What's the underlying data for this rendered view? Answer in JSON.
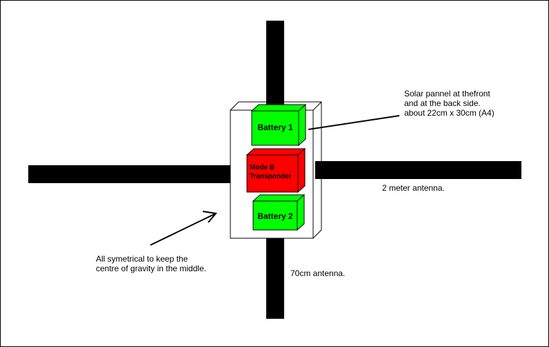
{
  "diagram": {
    "labels": {
      "battery1": "Battery 1",
      "battery2": "Battery 2",
      "transponder": "Mode B\nTransponder",
      "solar_note": "Solar pannel at thefront\nand at the back side.\nabout 22cm x 30cm (A4)",
      "antenna_2m": "2 meter antenna.",
      "antenna_70cm": "70cm antenna.",
      "symmetry_note": "All symetrical to keep the\ncentre of gravity in the middle."
    },
    "colors": {
      "battery": "#00ff00",
      "transponder": "#ff0000",
      "antenna": "#000000",
      "background": "#ffffff",
      "outline": "#000000"
    }
  }
}
